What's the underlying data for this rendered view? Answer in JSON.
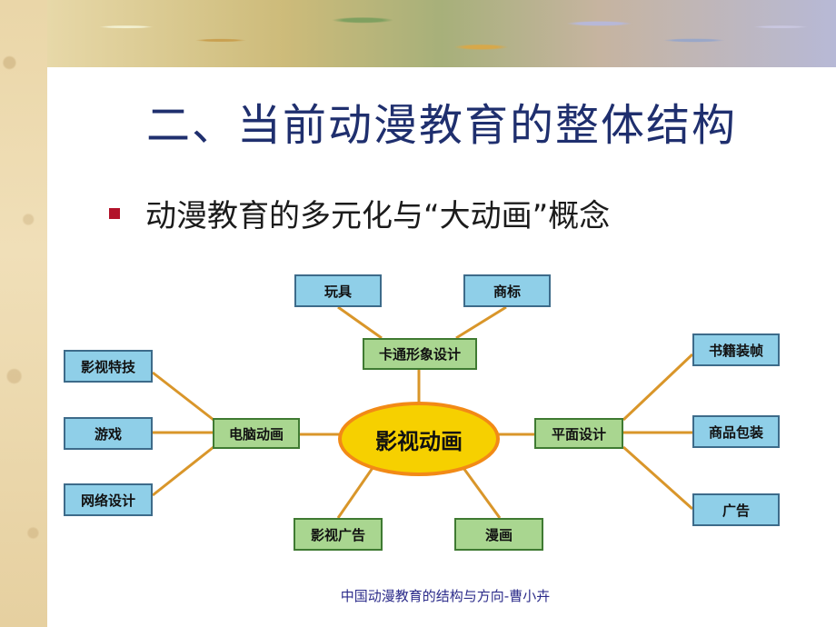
{
  "title": "二、当前动漫教育的整体结构",
  "bullet": "动漫教育的多元化与“大动画”概念",
  "diagram": {
    "center": "影视动画",
    "branches": {
      "cartoon_design": "卡通形象设计",
      "computer_animation": "电脑动画",
      "graphic_design": "平面设计",
      "film_ad": "影视广告",
      "comics": "漫画"
    },
    "leaves": {
      "toys": "玩具",
      "trademark": "商标",
      "visual_effects": "影视特技",
      "games": "游戏",
      "web_design": "网络设计",
      "book_binding": "书籍装帧",
      "packaging": "商品包装",
      "advertising": "广告"
    }
  },
  "footer": "中国动漫教育的结构与方向-曹小卉",
  "colors": {
    "title": "#1f2f6e",
    "bullet": "#b2122a",
    "connector": "#d9962a",
    "center_fill": "#f6d000",
    "center_border": "#f28a16",
    "leaf_fill": "#8fcfe8",
    "branch_fill": "#a9d690"
  }
}
